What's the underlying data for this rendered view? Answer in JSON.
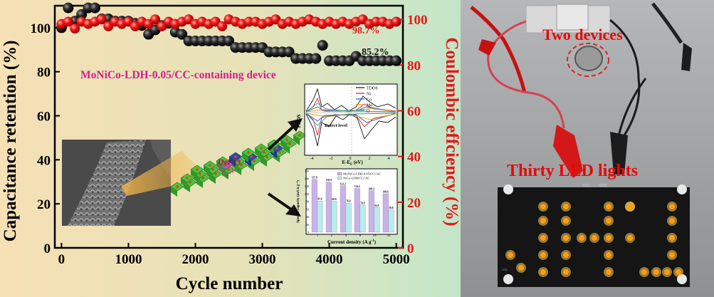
{
  "chart_data": {
    "type": "scatter",
    "xlabel": "Cycle number",
    "ylabel_left": "Capacitance retention (%)",
    "ylabel_right": "Coulombic effciency (%)",
    "xlim": [
      -100,
      5100
    ],
    "ylim_left": [
      0,
      110
    ],
    "ylim_right": [
      0,
      106
    ],
    "x_ticks": [
      0,
      1000,
      2000,
      3000,
      4000,
      5000
    ],
    "y_ticks_left": [
      0,
      20,
      40,
      60,
      80,
      100
    ],
    "y_ticks_right": [
      0,
      20,
      40,
      60,
      80,
      100
    ],
    "annotation": "MoNiCo-LDH-0.05/CC-containing device",
    "series": [
      {
        "name": "Capacitance retention",
        "axis": "left",
        "color": "#111111",
        "final_label": "85.2%",
        "x": [
          0,
          100,
          200,
          300,
          400,
          500,
          600,
          700,
          800,
          900,
          1000,
          1100,
          1200,
          1300,
          1400,
          1500,
          1600,
          1700,
          1800,
          1900,
          2000,
          2100,
          2200,
          2300,
          2400,
          2500,
          2600,
          2700,
          2800,
          2900,
          3000,
          3100,
          3200,
          3300,
          3400,
          3500,
          3600,
          3700,
          3800,
          3900,
          4000,
          4100,
          4200,
          4300,
          4400,
          4500,
          4600,
          4700,
          4800,
          4900,
          5000
        ],
        "y": [
          100,
          109,
          103,
          106,
          109,
          109,
          104,
          104,
          103,
          103,
          103,
          102,
          101,
          97,
          99,
          101,
          102,
          98,
          97,
          94,
          94,
          94,
          94,
          94,
          94,
          94,
          91,
          91,
          91,
          91,
          91,
          89,
          89,
          89,
          89,
          86,
          86,
          86,
          86,
          92,
          85,
          85,
          85,
          85,
          87,
          85,
          85,
          85,
          85,
          85,
          85
        ]
      },
      {
        "name": "Coulombic efficiency",
        "axis": "right",
        "color": "#e11a1a",
        "final_label": "98.7%",
        "x": [
          0,
          100,
          200,
          300,
          400,
          500,
          600,
          700,
          800,
          900,
          1000,
          1100,
          1200,
          1300,
          1400,
          1500,
          1600,
          1700,
          1800,
          1900,
          2000,
          2100,
          2200,
          2300,
          2400,
          2500,
          2600,
          2700,
          2800,
          2900,
          3000,
          3100,
          3200,
          3300,
          3400,
          3500,
          3600,
          3700,
          3800,
          3900,
          4000,
          4100,
          4200,
          4300,
          4400,
          4500,
          4600,
          4700,
          4800,
          4900,
          5000
        ],
        "y": [
          98,
          99,
          96,
          99,
          98,
          99,
          100,
          97,
          99,
          98,
          99,
          97,
          99,
          98,
          100,
          97,
          99,
          98,
          99,
          100,
          98,
          99,
          98,
          99,
          97,
          100,
          99,
          98,
          99,
          99,
          98,
          99,
          100,
          98,
          99,
          98,
          99,
          100,
          99,
          98,
          99,
          98,
          99,
          98,
          99,
          100,
          98,
          99,
          99,
          98,
          99
        ]
      }
    ]
  },
  "inset_top": {
    "legend": [
      "TDOS",
      "Ni",
      "Co",
      "Mo",
      "O"
    ],
    "colors": [
      "#111111",
      "#d62020",
      "#2050e0",
      "#e0a000",
      "#20a0a0"
    ],
    "ylabel": "PDOS",
    "xlabel": "E-E",
    "xlabel_sub": "F",
    "xlabel_unit": " (eV)",
    "annotation": "Defect level",
    "x_ticks": [
      "-4",
      "-2",
      "0",
      "2",
      "4"
    ]
  },
  "inset_bottom": {
    "type": "bar",
    "categories": [
      "1",
      "2",
      "4",
      "8",
      "16",
      "32"
    ],
    "series": [
      {
        "name": "MoNiCo-LDH-0.05/CC//AC",
        "color": "#c9b3e6",
        "values": [
          137.8,
          130.9,
          121.2,
          114.2,
          108.3,
          100.6
        ]
      },
      {
        "name": "NiCo-LDH/CC//AC",
        "color": "#b8ecec",
        "values": [
          81.6,
          80.8,
          76.0,
          70.9,
          64.5,
          58.8
        ]
      }
    ],
    "ylim": [
      0,
      160
    ],
    "y_ticks": [
      "0",
      "20",
      "40",
      "60",
      "80",
      "100",
      "120",
      "140",
      "160"
    ],
    "xlabel": "Current density (A g",
    "xlabel_sup": "-1",
    "ylabel": "Specific capacity (mA h g⁻¹)"
  },
  "defect_label": "Defect",
  "photo": {
    "label_devices": "Two devices",
    "label_leds": "Thirty LED lights",
    "board_text": [
      "VCC",
      "GND"
    ],
    "board_corner": "LED"
  }
}
